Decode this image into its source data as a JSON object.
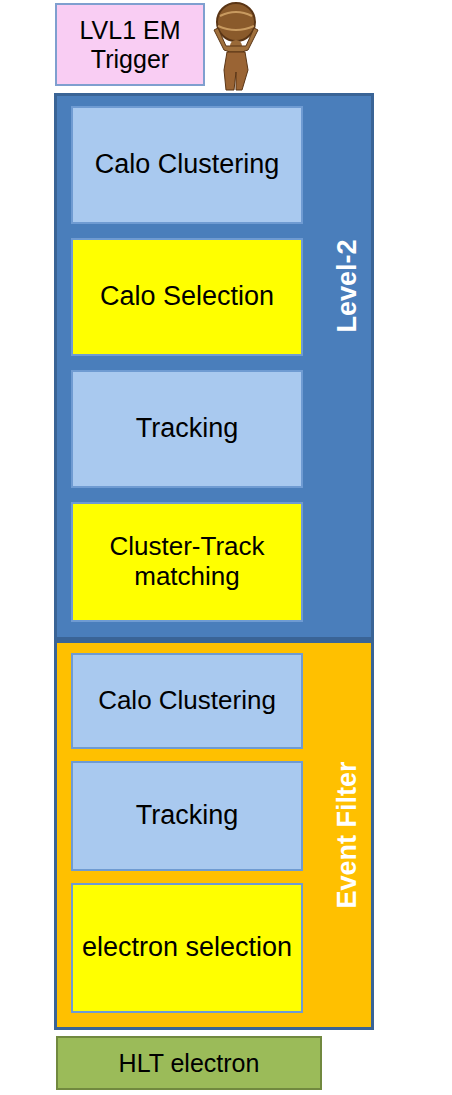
{
  "diagram": {
    "nodes": [
      {
        "text": [
          "LVL1 EM Trigger"
        ]
      },
      {
        "text": [
          "Level-2"
        ]
      },
      {
        "text": [
          "Calo Clustering"
        ],
        "in": 1
      },
      {
        "text": [
          "Calo Selection"
        ],
        "in": 1
      },
      {
        "text": [
          "Tracking"
        ],
        "in": 1
      },
      {
        "text": [
          "Cluster-Track matching"
        ],
        "in": 1
      },
      {
        "text": [
          "Event Filter"
        ]
      },
      {
        "text": [
          "Calo Clustering"
        ],
        "in": 6
      },
      {
        "text": [
          "Tracking"
        ],
        "in": 6
      },
      {
        "text": [
          "electron selection"
        ],
        "in": 6
      },
      {
        "text": [
          "HLT electron"
        ]
      }
    ]
  }
}
